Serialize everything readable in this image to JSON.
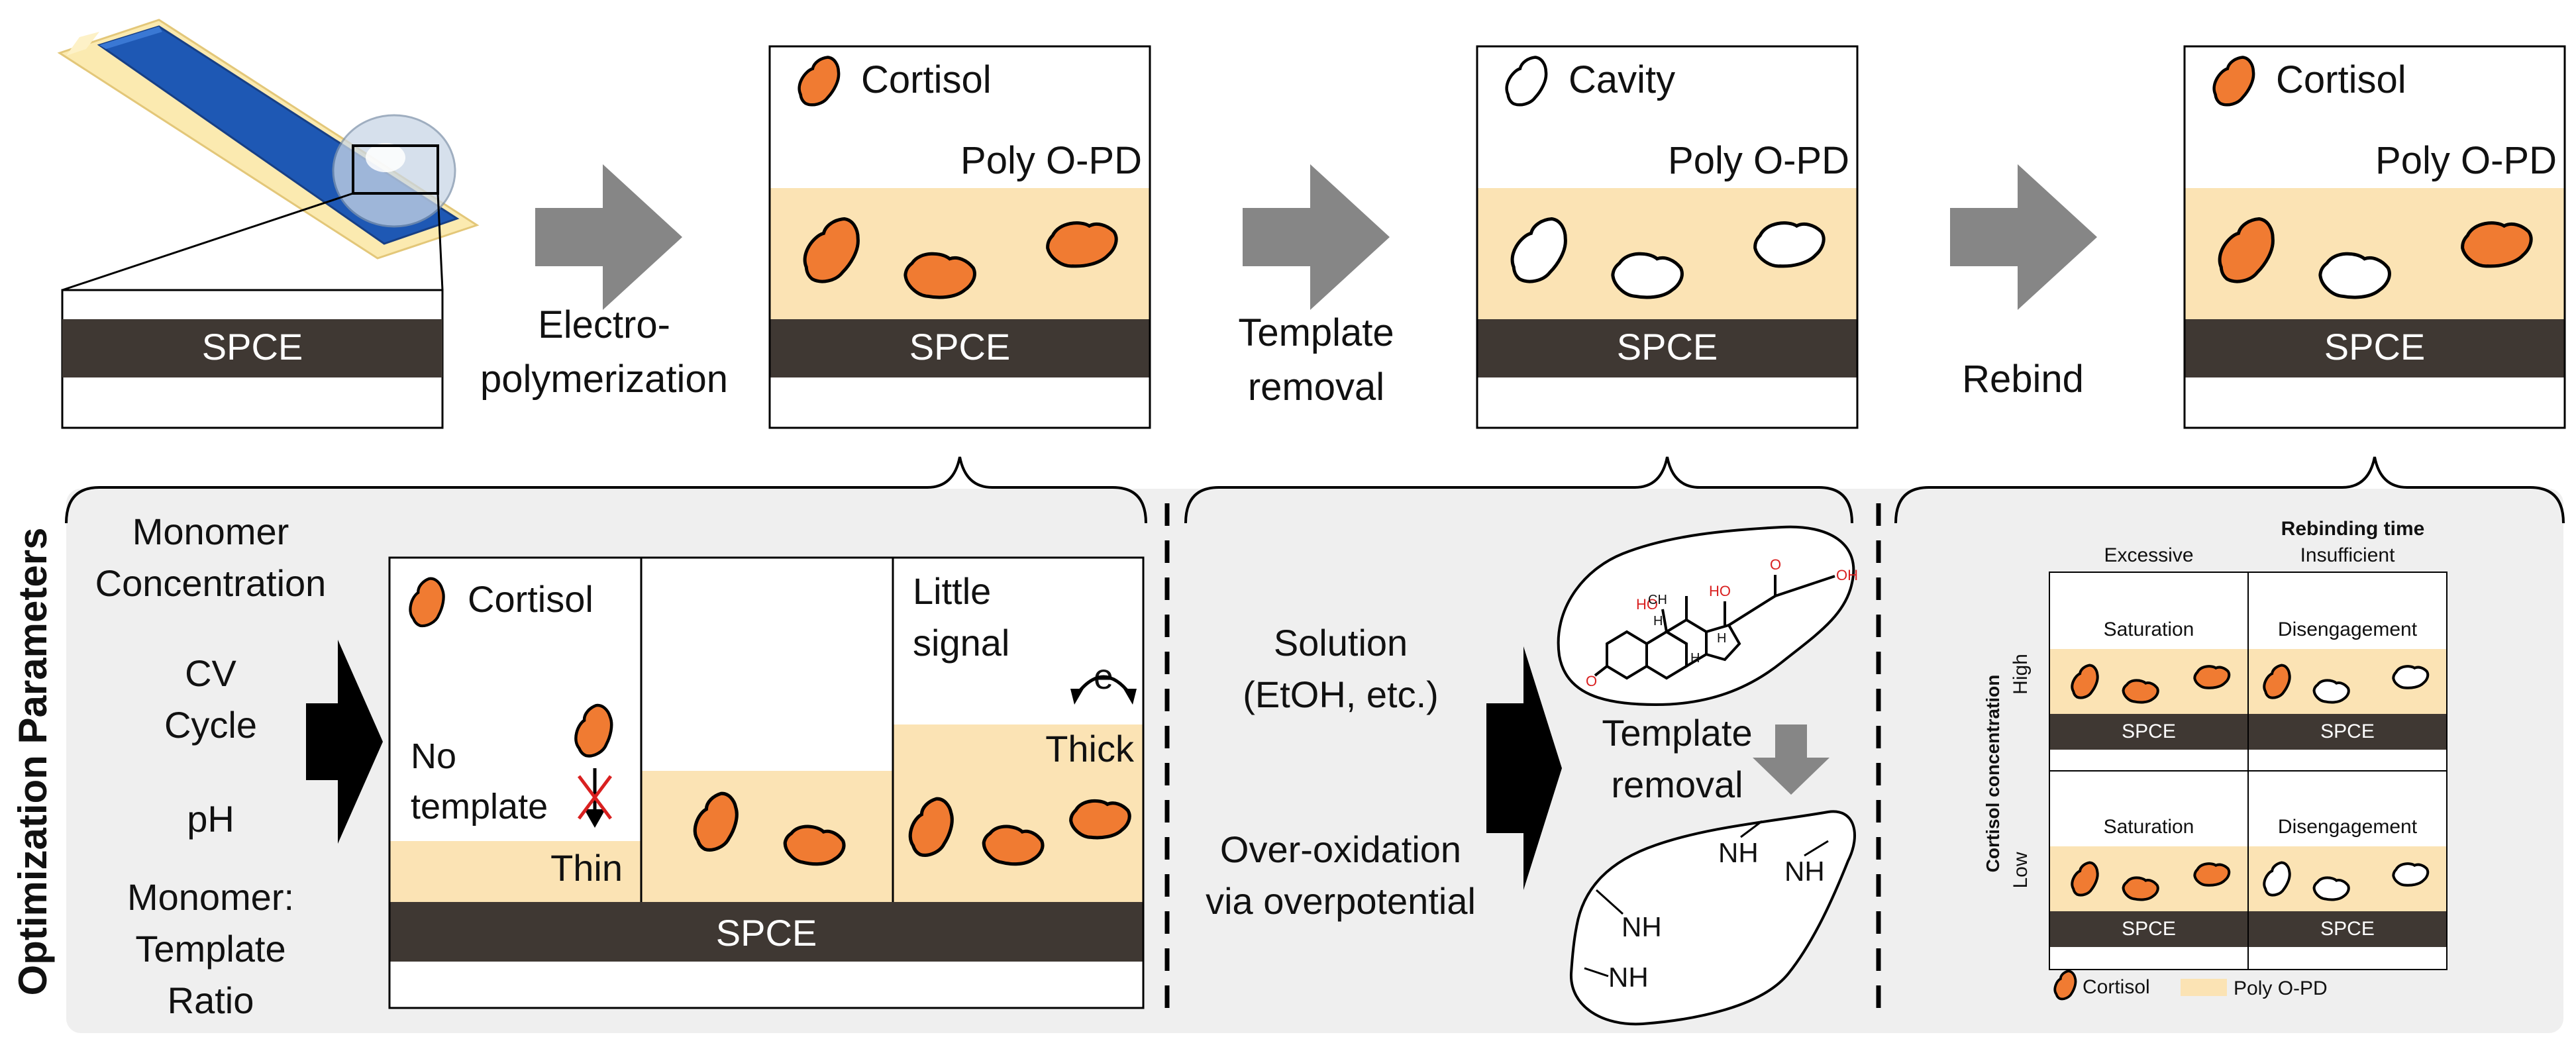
{
  "top": {
    "spce": "SPCE",
    "step1": {
      "line1": "Electro-",
      "line2": "polymerization"
    },
    "panel1": {
      "legend": "Cortisol",
      "layer": "Poly O-PD"
    },
    "step2": {
      "line1": "Template",
      "line2": "removal"
    },
    "panel2": {
      "legend": "Cavity",
      "layer": "Poly O-PD"
    },
    "step3": {
      "line1": "Rebind"
    },
    "panel3": {
      "legend": "Cortisol",
      "layer": "Poly O-PD"
    }
  },
  "bottom": {
    "side_title": "Optimization Parameters",
    "params": [
      "Monomer",
      "Concentration",
      "CV",
      "Cycle",
      "pH",
      "Monomer:",
      "Template",
      "Ratio"
    ],
    "thickness": {
      "legend": "Cortisol",
      "no_template": [
        "No",
        "template"
      ],
      "thin": "Thin",
      "little_signal": [
        "Little",
        "signal"
      ],
      "electron": "e",
      "thick": "Thick",
      "spce": "SPCE"
    },
    "removal": {
      "solution": [
        "Solution",
        "(EtOH, etc.)"
      ],
      "overox": [
        "Over-oxidation",
        "via overpotential"
      ],
      "template_removal": [
        "Template",
        "removal"
      ],
      "mol_labels": [
        "HO",
        "H",
        "CH",
        "HO",
        "O",
        "OH",
        "H",
        "H",
        "O"
      ],
      "nh": [
        "NH",
        "NH",
        "NH",
        "NH"
      ]
    },
    "rebind": {
      "title": "Rebinding time",
      "col1": "Excessive",
      "col2": "Insufficient",
      "ylabel": "Cortisol concentration",
      "row1": "High",
      "row2": "Low",
      "cells": [
        "Saturation",
        "Disengagement",
        "Saturation",
        "Disengagement"
      ],
      "spce": "SPCE",
      "legend_cortisol": "Cortisol",
      "legend_layer": "Poly O-PD"
    }
  },
  "colors": {
    "cortisol": "#f07b32",
    "layer": "#fbe3b4",
    "electrode": "#3f3833",
    "arrow_gray": "#868686",
    "arrow_black": "#000000",
    "bottom_bg": "#efefef",
    "electrode_blue": "#1e58b4"
  }
}
